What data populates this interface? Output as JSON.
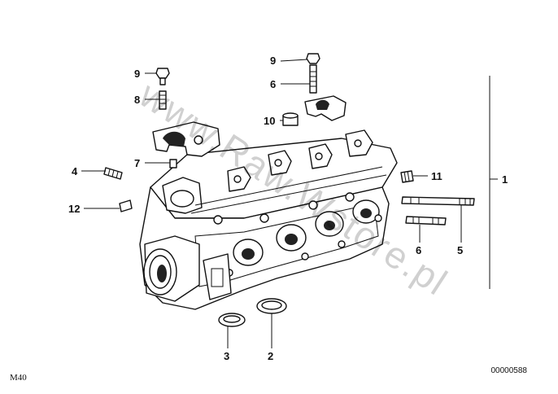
{
  "diagram": {
    "model": "M40",
    "diagram_id": "00000588",
    "watermark": "www.Raw.Wstore.pl",
    "callouts": [
      {
        "id": "c9a",
        "label": "9"
      },
      {
        "id": "c8",
        "label": "8"
      },
      {
        "id": "c9b",
        "label": "9"
      },
      {
        "id": "c6a",
        "label": "6"
      },
      {
        "id": "c10",
        "label": "10"
      },
      {
        "id": "c7",
        "label": "7"
      },
      {
        "id": "c4",
        "label": "4"
      },
      {
        "id": "c11",
        "label": "11"
      },
      {
        "id": "c1",
        "label": "1"
      },
      {
        "id": "c12",
        "label": "12"
      },
      {
        "id": "c6b",
        "label": "6"
      },
      {
        "id": "c5",
        "label": "5"
      },
      {
        "id": "c3",
        "label": "3"
      },
      {
        "id": "c2",
        "label": "2"
      }
    ]
  }
}
